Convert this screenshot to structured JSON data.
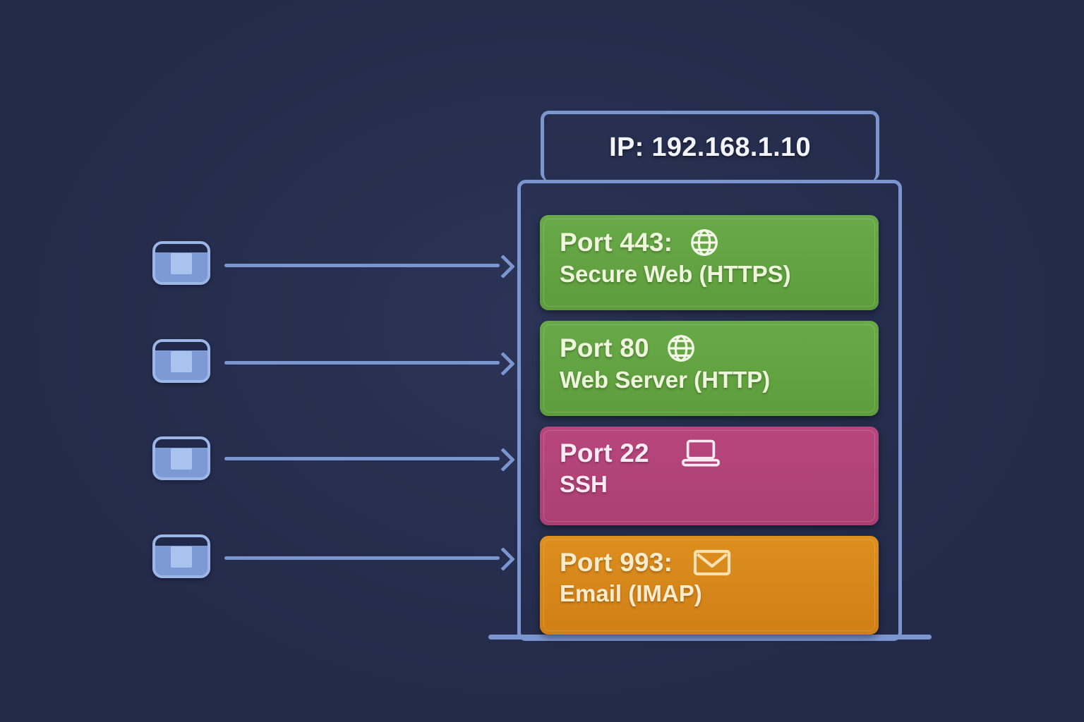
{
  "diagram": {
    "title": "Server ports diagram",
    "background_color": "#232a4a",
    "accent_color": "#7b95cf"
  },
  "server": {
    "ip_label": "IP: 192.168.1.10",
    "ports": [
      {
        "title": "Port 443:",
        "subtitle": "Secure Web (HTTPS)",
        "icon": "globe-icon",
        "color": "#60a240",
        "number": "443",
        "service": "HTTPS"
      },
      {
        "title": "Port 80",
        "subtitle": "Web Server (HTTP)",
        "icon": "globe-icon",
        "color": "#60a240",
        "number": "80",
        "service": "HTTP"
      },
      {
        "title": "Port 22",
        "subtitle": "SSH",
        "icon": "laptop-icon",
        "color": "#b04277",
        "number": "22",
        "service": "SSH"
      },
      {
        "title": "Port 993:",
        "subtitle": "Email (IMAP)",
        "icon": "envelope-icon",
        "color": "#d4871a",
        "number": "993",
        "service": "IMAP"
      }
    ]
  },
  "clients": [
    {
      "icon": "client-window-icon"
    },
    {
      "icon": "client-window-icon"
    },
    {
      "icon": "client-window-icon"
    },
    {
      "icon": "client-window-icon"
    }
  ],
  "connections": [
    {
      "icon": "arrow-right-icon"
    },
    {
      "icon": "arrow-right-icon"
    },
    {
      "icon": "arrow-right-icon"
    },
    {
      "icon": "arrow-right-icon"
    }
  ]
}
